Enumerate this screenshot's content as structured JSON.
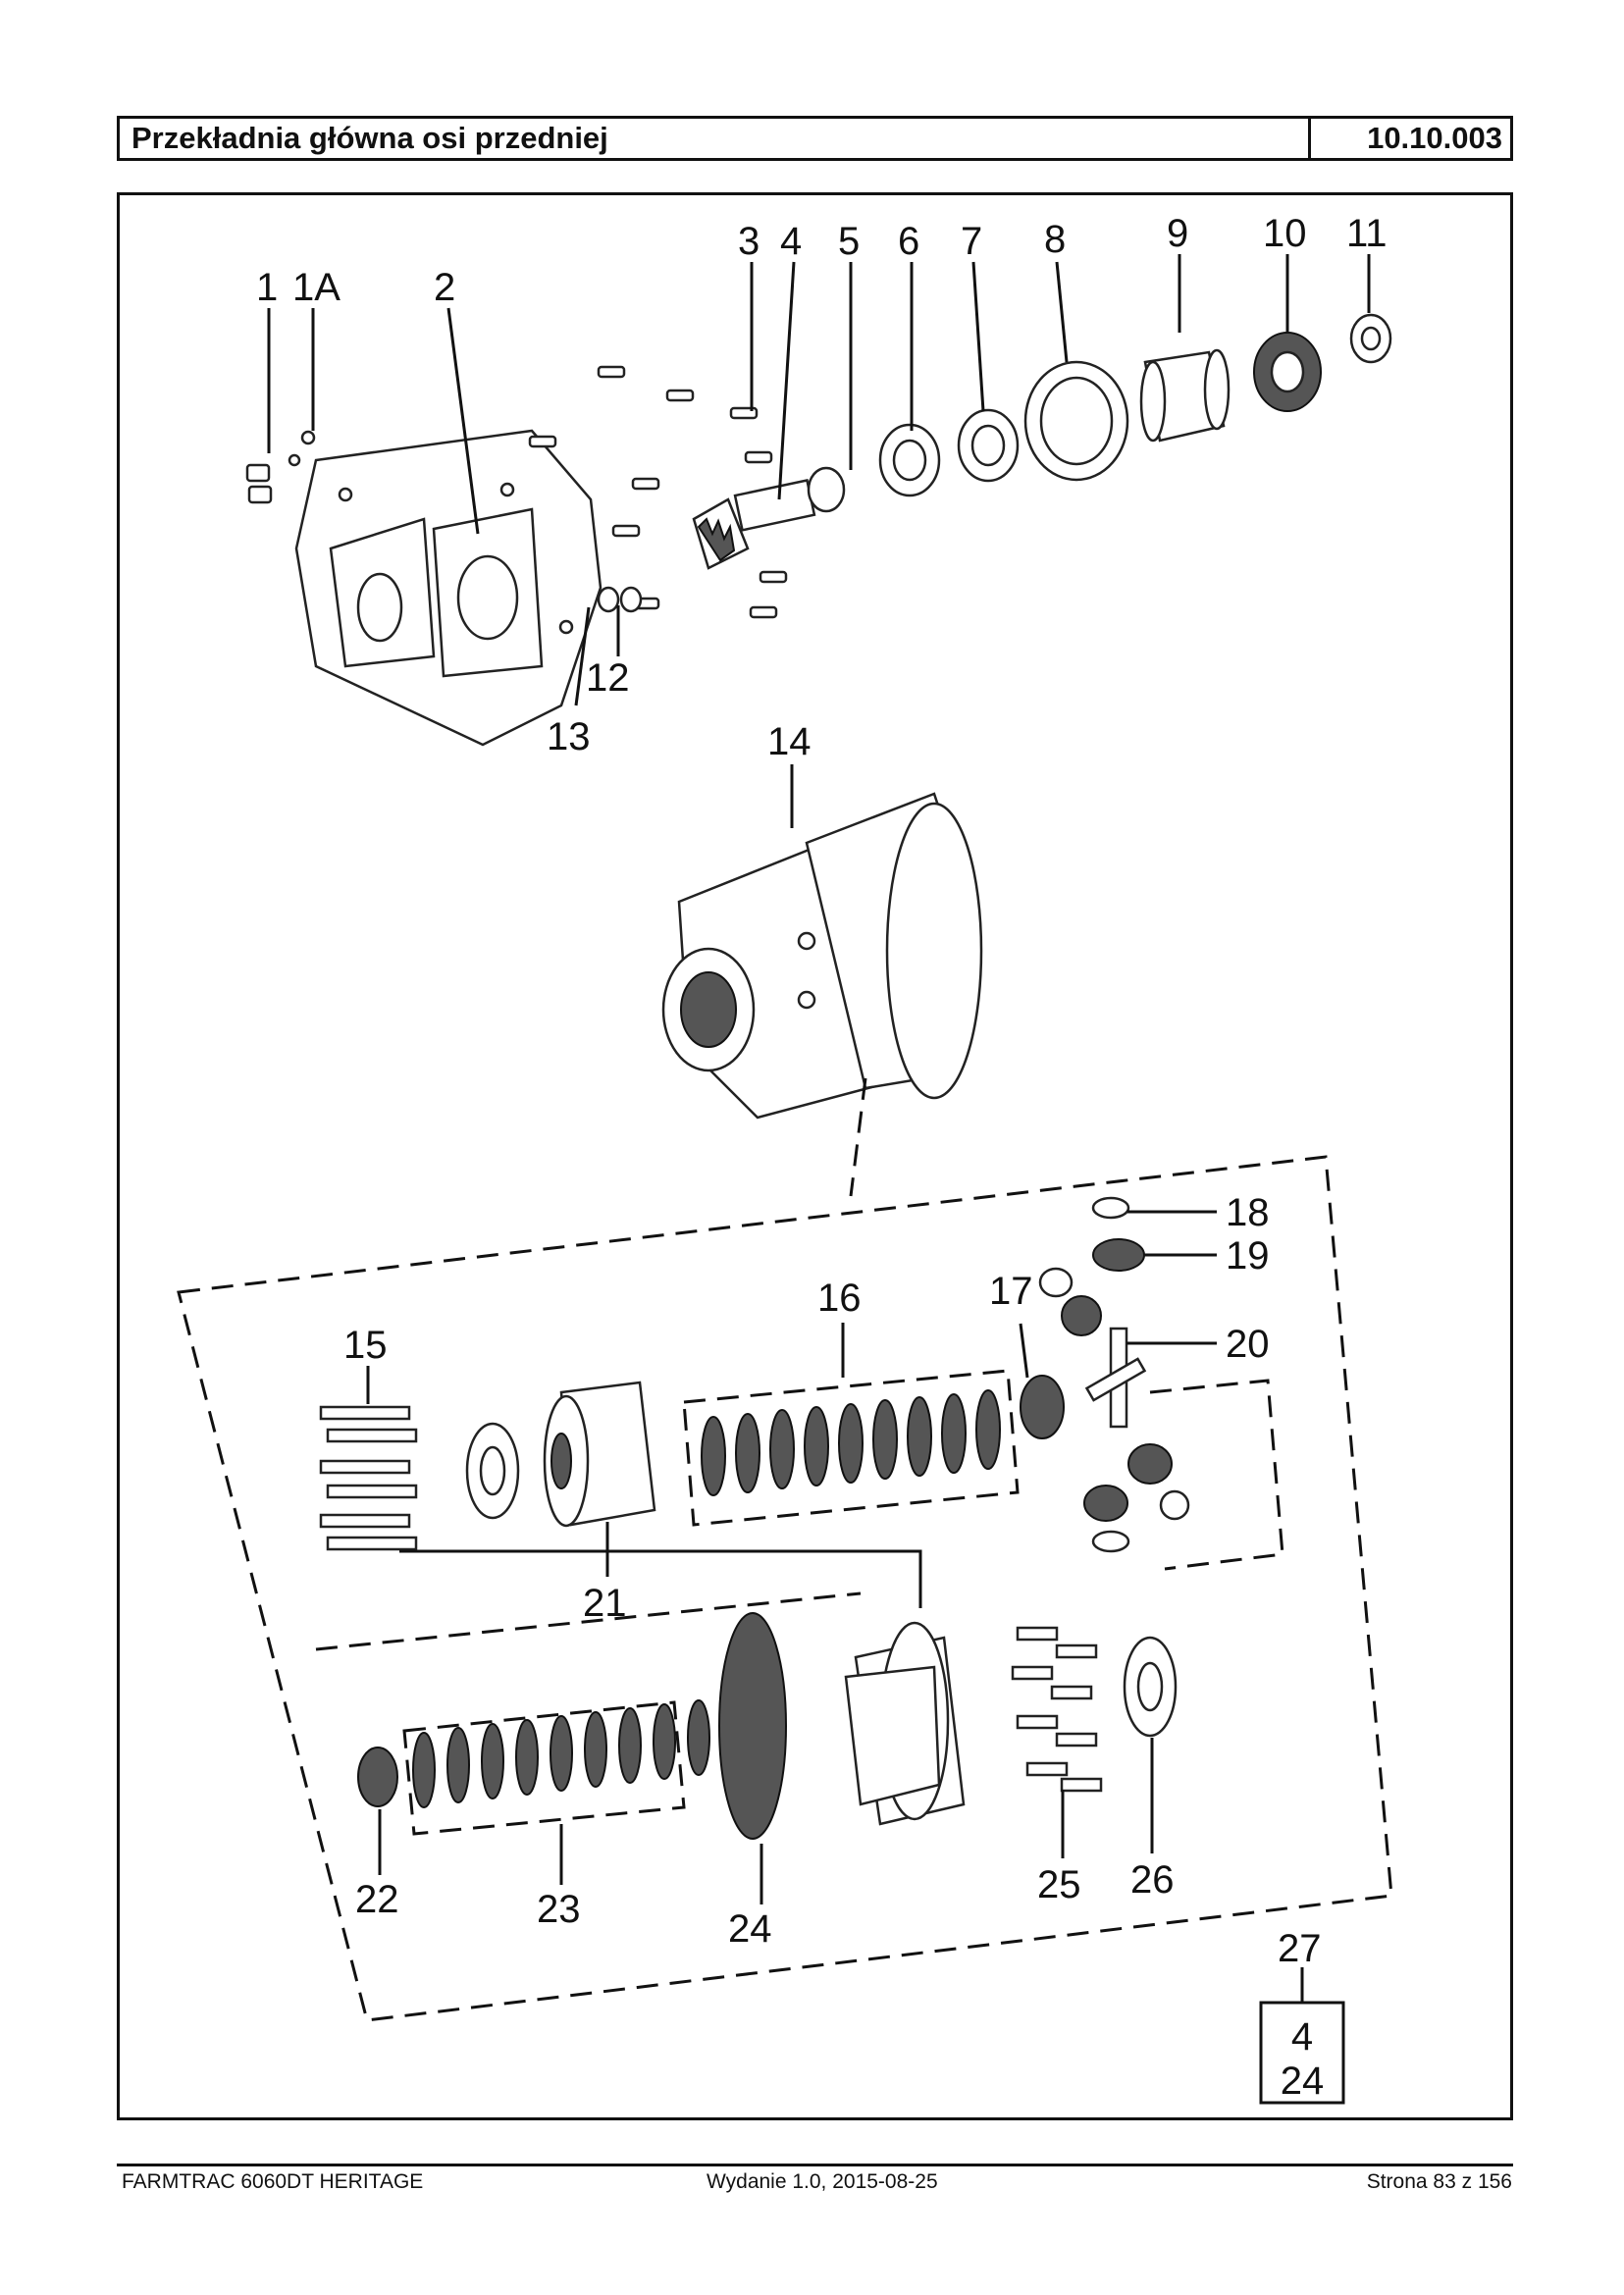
{
  "header": {
    "title": "Przekładnia główna osi przedniej",
    "code": "10.10.003"
  },
  "callouts": {
    "c1": "1",
    "c1A": "1A",
    "c2": "2",
    "c3": "3",
    "c4": "4",
    "c5": "5",
    "c6": "6",
    "c7": "7",
    "c8": "8",
    "c9": "9",
    "c10": "10",
    "c11": "11",
    "c12": "12",
    "c13": "13",
    "c14": "14",
    "c15": "15",
    "c16": "16",
    "c17": "17",
    "c18": "18",
    "c19": "19",
    "c20": "20",
    "c21": "21",
    "c22": "22",
    "c23": "23",
    "c24": "24",
    "c25": "25",
    "c26": "26",
    "c27": "27"
  },
  "kit_box": {
    "line1": "4",
    "line2": "24"
  },
  "footer": {
    "left": "FARMTRAC 6060DT HERITAGE",
    "center": "Wydanie 1.0,  2015-08-25",
    "right": "Strona 83 z 156"
  }
}
